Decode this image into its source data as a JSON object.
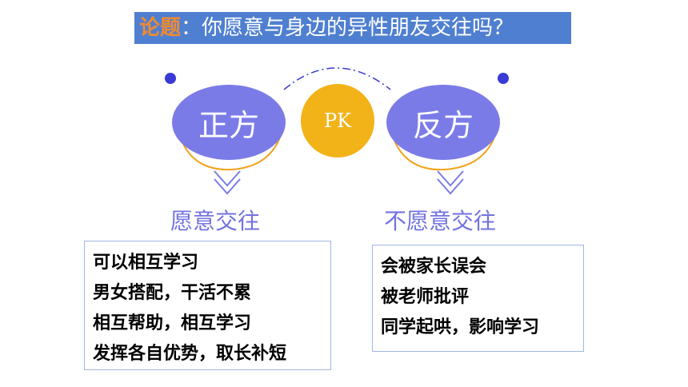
{
  "title": {
    "key": "论题",
    "separator": "：",
    "text": "你愿意与身边的异性朋友交往吗？"
  },
  "left": {
    "label": "正方",
    "heading": "愿意交往",
    "points": [
      "可以相互学习",
      "男女搭配，干活不累",
      "相互帮助，相互学习",
      "发挥各自优势，取长补短"
    ]
  },
  "center": {
    "label": "PK"
  },
  "right": {
    "label": "反方",
    "heading": "不愿意交往",
    "points": [
      "会被家长误会",
      "被老师批评",
      "同学起哄，影响学习"
    ]
  },
  "colors": {
    "title_bar": "#4f7fd0",
    "title_key": "#f08a32",
    "oval": "#7b7be8",
    "pk": "#f2b318",
    "dot": "#3a3ad6",
    "heading": "#7272e0"
  }
}
